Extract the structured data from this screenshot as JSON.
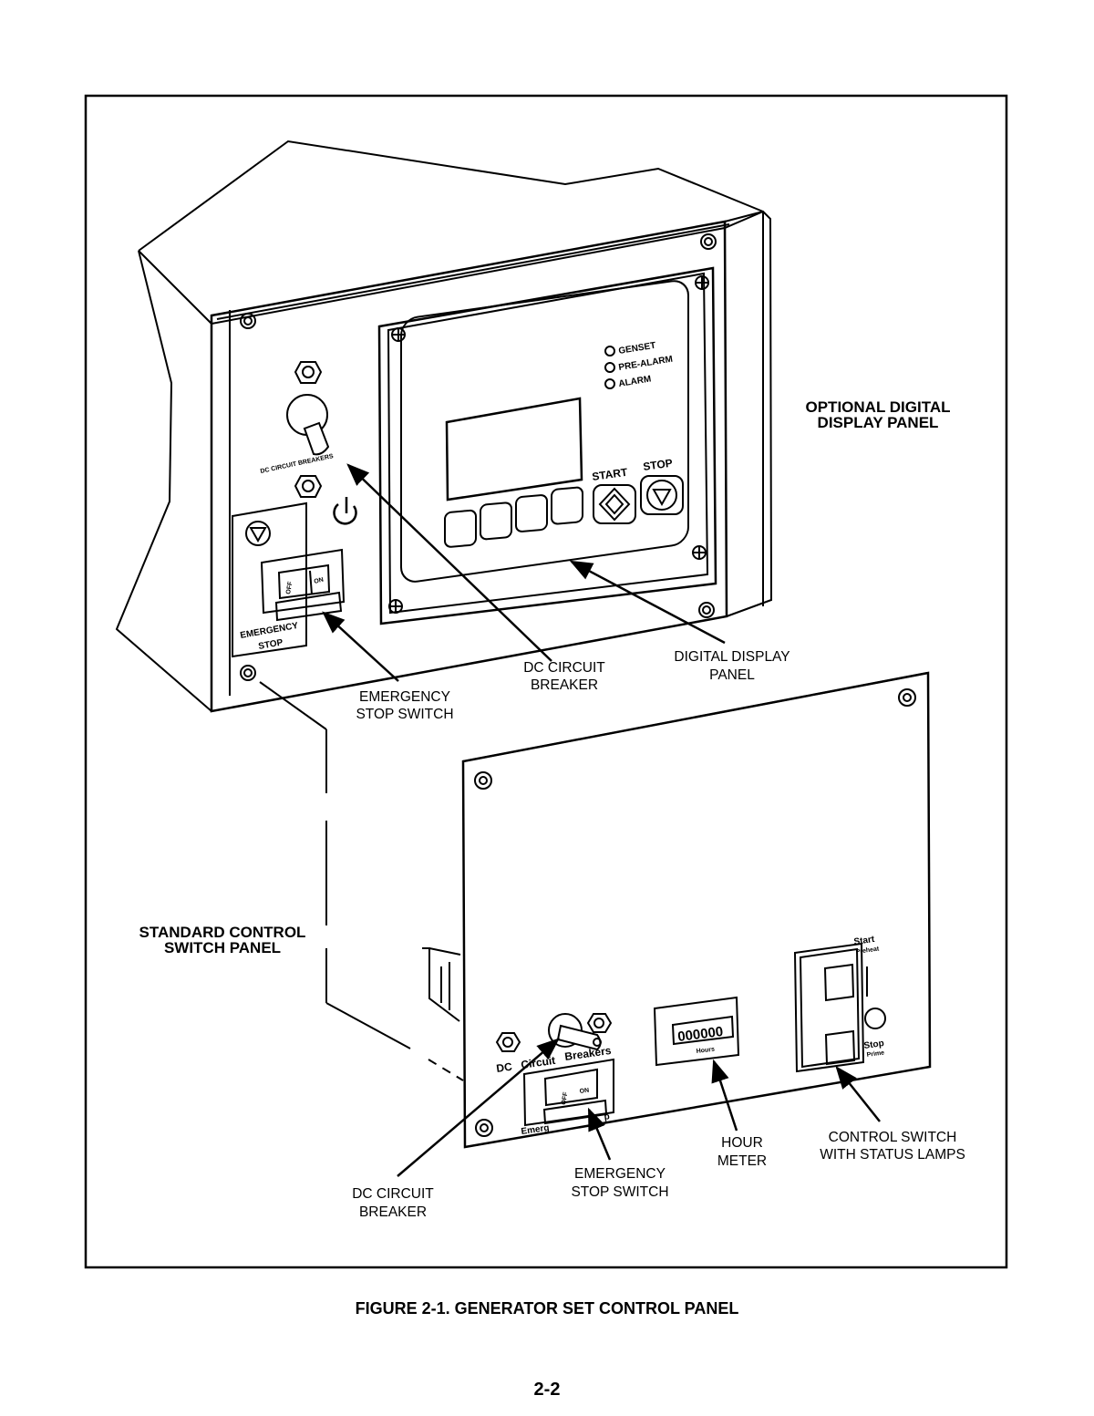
{
  "figure": {
    "caption": "FIGURE 2-1. GENERATOR SET CONTROL PANEL",
    "page_number": "2-2",
    "headings": {
      "optional_line1": "OPTIONAL DIGITAL",
      "optional_line2": "DISPLAY PANEL",
      "standard_line1": "STANDARD CONTROL",
      "standard_line2": "SWITCH PANEL"
    },
    "upper_callouts": {
      "dc_breaker_line1": "DC CIRCUIT",
      "dc_breaker_line2": "BREAKER",
      "display_line1": "DIGITAL DISPLAY",
      "display_line2": "PANEL",
      "estop_line1": "EMERGENCY",
      "estop_line2": "STOP SWITCH"
    },
    "lower_callouts": {
      "dc_breaker_line1": "DC CIRCUIT",
      "dc_breaker_line2": "BREAKER",
      "estop_line1": "EMERGENCY",
      "estop_line2": "STOP SWITCH",
      "hour_line1": "HOUR",
      "hour_line2": "METER",
      "control_line1": "CONTROL SWITCH",
      "control_line2": "WITH STATUS LAMPS"
    },
    "upper_panel_labels": {
      "lamp1": "GENSET",
      "lamp2": "PRE-ALARM",
      "lamp3": "ALARM",
      "start": "START",
      "stop": "STOP",
      "dc_breakers": "DC CIRCUIT BREAKERS",
      "emergency": "EMERGENCY",
      "stop_word": "STOP",
      "switch_on": "ON",
      "switch_off": "OFF"
    },
    "lower_panel_labels": {
      "dc": "DC",
      "circuit": "Circuit",
      "breakers": "Breakers",
      "emerg": "Emerg",
      "estop_tail": "p",
      "switch_on": "ON",
      "switch_off": "OFF",
      "hour_digits": "000000",
      "hours_word": "Hours",
      "start": "Start",
      "preheat": "Preheat",
      "stop": "Stop",
      "prime": "Prime"
    }
  }
}
